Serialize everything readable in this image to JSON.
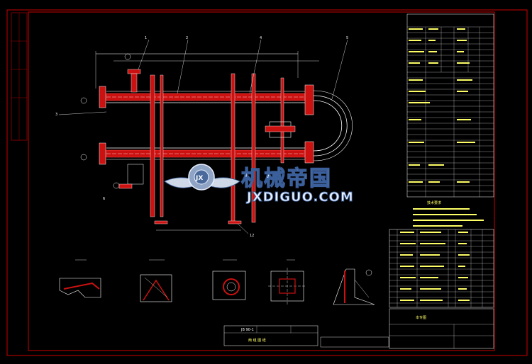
{
  "watermark": {
    "cn_text": "机械帝国",
    "en_text": "JXDIGUO.COM"
  },
  "title_block": {
    "main_title": "两  组  图  纸",
    "stamp_text": "JB 90-1",
    "sub_title": "本专图"
  },
  "colors": {
    "frame": "#cc0000",
    "lines": "#ffffff",
    "pipe_fill": "#cc1111",
    "accent": "#ffff00",
    "watermark": "#e8f0ff"
  },
  "notes_heading": "技术要求",
  "callouts": [
    "1",
    "2",
    "3",
    "4",
    "5",
    "6",
    "12"
  ]
}
